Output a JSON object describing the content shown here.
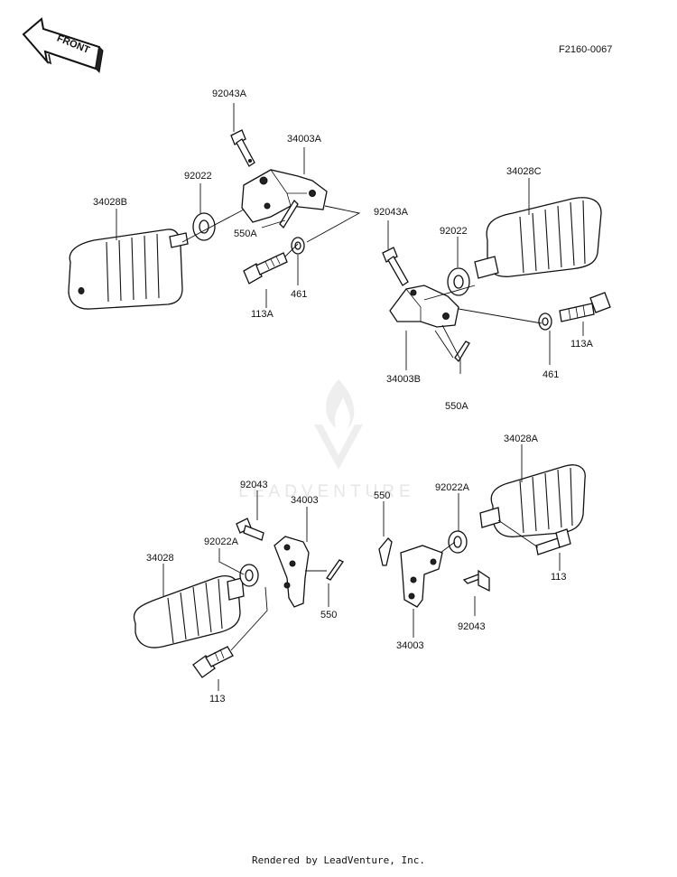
{
  "diagram": {
    "front_label": "FRONT",
    "figure_code": "F2160-0067",
    "watermark_text": "LEADVENTURE",
    "footer": "Rendered by LeadVenture, Inc.",
    "labels": {
      "p_92043A_top": "92043A",
      "p_34003A": "34003A",
      "p_92022_left": "92022",
      "p_34028B": "34028B",
      "p_550A_left": "550A",
      "p_113A_left": "113A",
      "p_461_left": "461",
      "p_34028C": "34028C",
      "p_92043A_right": "92043A",
      "p_92022_right": "92022",
      "p_113A_right": "113A",
      "p_461_right": "461",
      "p_34003B": "34003B",
      "p_550A_right": "550A",
      "p_92043_left": "92043",
      "p_34003_left": "34003",
      "p_92022A_left": "92022A",
      "p_34028": "34028",
      "p_550_left": "550",
      "p_113_left": "113",
      "p_34028A": "34028A",
      "p_550_right": "550",
      "p_92022A_right": "92022A",
      "p_113_right": "113",
      "p_92043_right": "92043",
      "p_34003_right": "34003"
    }
  }
}
